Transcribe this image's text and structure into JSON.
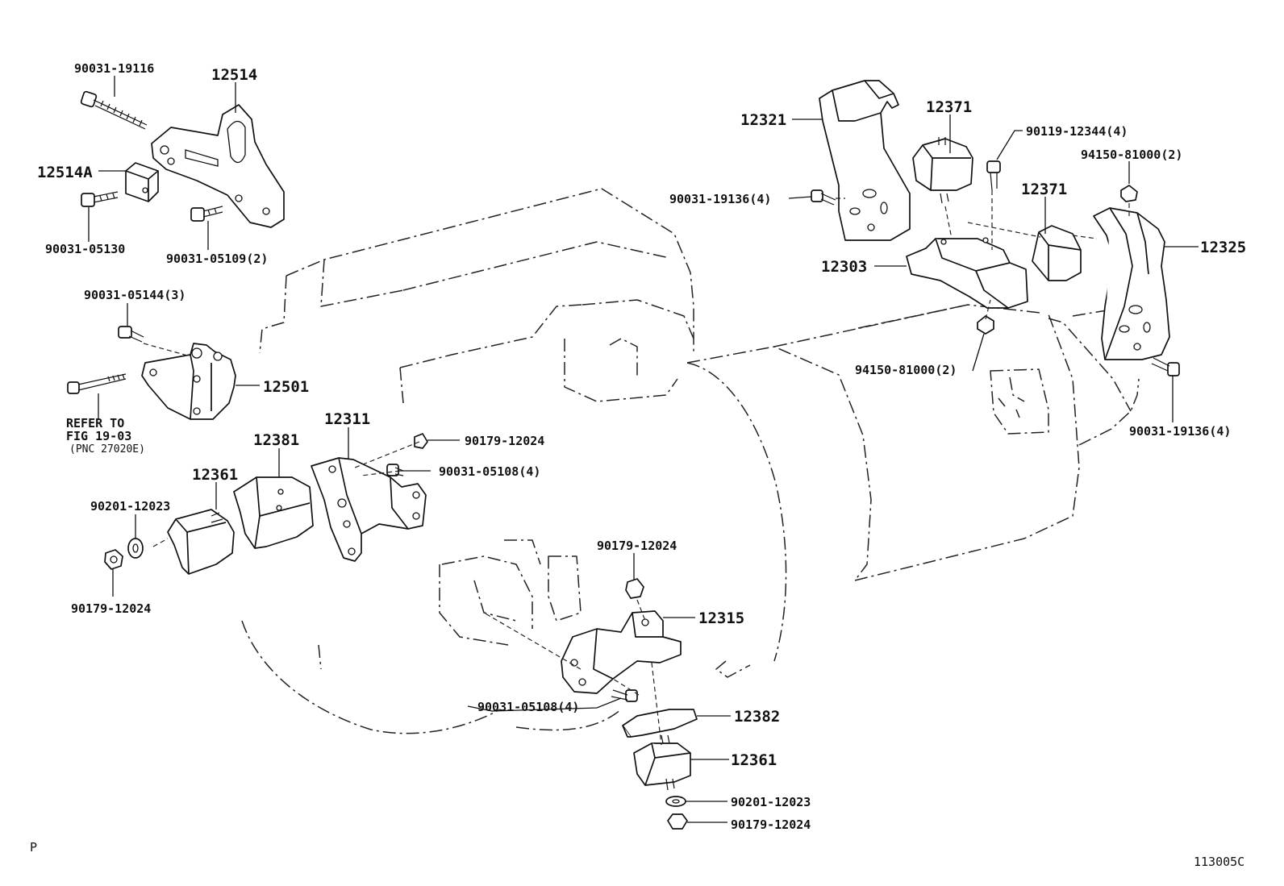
{
  "callouts": {
    "c12514": "12514",
    "c90031_19116": "90031-19116",
    "c12514A": "12514A",
    "c90031_05130": "90031-05130",
    "c90031_05109": "90031-05109(2)",
    "c90031_05144": "90031-05144(3)",
    "c12501": "12501",
    "refer_line1": "REFER TO",
    "refer_line2": "FIG 19-03",
    "refer_line3": "(PNC 27020E)",
    "c12311": "12311",
    "c12381": "12381",
    "c12361_left": "12361",
    "c90201_12023_left": "90201-12023",
    "c90179_12024_left": "90179-12024",
    "c90179_12024_mid": "90179-12024",
    "c90031_05108_mid": "90031-05108(4)",
    "c90179_12024_low": "90179-12024",
    "c12315": "12315",
    "c90031_05108_low": "90031-05108(4)",
    "c12382": "12382",
    "c12361_right": "12361",
    "c90201_12023_right": "90201-12023",
    "c90179_12024_right": "90179-12024",
    "c12321": "12321",
    "c12371_top": "12371",
    "c90119_12344": "90119-12344(4)",
    "c94150_81000_top": "94150-81000(2)",
    "c90031_19136_left": "90031-19136(4)",
    "c12371_mid": "12371",
    "c12325": "12325",
    "c12303": "12303",
    "c94150_81000_mid": "94150-81000(2)",
    "c90031_19136_right": "90031-19136(4)"
  },
  "footer": {
    "page_mark": "P",
    "figure_code": "113005C"
  }
}
